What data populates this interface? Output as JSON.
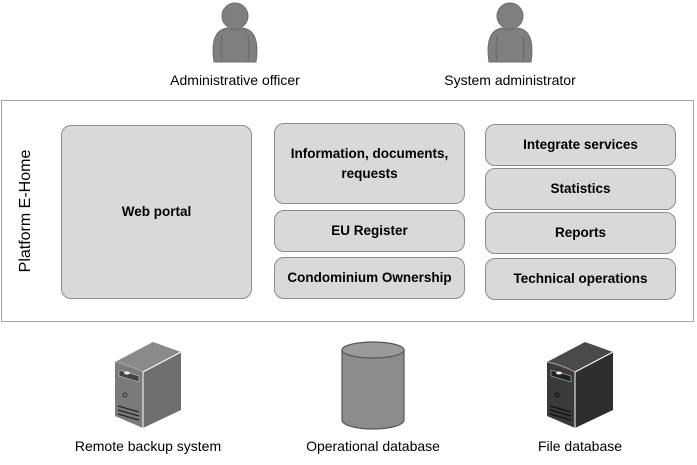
{
  "actors": [
    {
      "label": "Administrative officer",
      "icon": "person-icon"
    },
    {
      "label": "System administrator",
      "icon": "person-icon"
    }
  ],
  "platform": {
    "title": "Platform E-Home",
    "web_portal": "Web portal",
    "middle_column": [
      "Information, documents, requests",
      "EU Register",
      "Condominium Ownership"
    ],
    "right_column": [
      "Integrate services",
      "Statistics",
      "Reports",
      "Technical operations"
    ]
  },
  "infrastructure": [
    {
      "label": "Remote backup system",
      "icon": "server-icon"
    },
    {
      "label": "Operational database",
      "icon": "database-icon"
    },
    {
      "label": "File database",
      "icon": "server-icon"
    }
  ],
  "colors": {
    "box_fill": "#d9d9d9",
    "box_border": "#8c8c8c",
    "icon_gray": "#7f7f7f",
    "server_dark": "#404040"
  }
}
